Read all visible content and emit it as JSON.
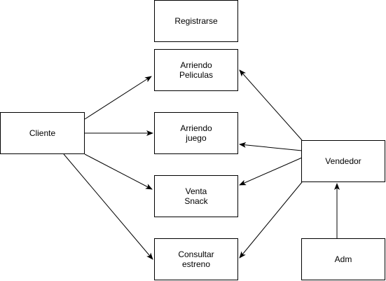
{
  "nodes": {
    "registrarse": {
      "label": "Registrarse"
    },
    "arriendo_peliculas": {
      "label": "Arriendo\nPeliculas"
    },
    "cliente": {
      "label": "Cliente"
    },
    "arriendo_juego": {
      "label": "Arriendo\njuego"
    },
    "vendedor": {
      "label": "Vendedor"
    },
    "venta_snack": {
      "label": "Venta\nSnack"
    },
    "consultar_estreno": {
      "label": "Consultar\nestreno"
    },
    "adm": {
      "label": "Adm"
    }
  },
  "edges": [
    {
      "from": "cliente",
      "to": "arriendo_peliculas"
    },
    {
      "from": "cliente",
      "to": "arriendo_juego"
    },
    {
      "from": "cliente",
      "to": "venta_snack"
    },
    {
      "from": "cliente",
      "to": "consultar_estreno"
    },
    {
      "from": "vendedor",
      "to": "arriendo_peliculas"
    },
    {
      "from": "vendedor",
      "to": "arriendo_juego"
    },
    {
      "from": "vendedor",
      "to": "venta_snack"
    },
    {
      "from": "vendedor",
      "to": "consultar_estreno"
    },
    {
      "from": "adm",
      "to": "vendedor"
    }
  ],
  "colors": {
    "stroke": "#000000",
    "fill": "#ffffff"
  }
}
